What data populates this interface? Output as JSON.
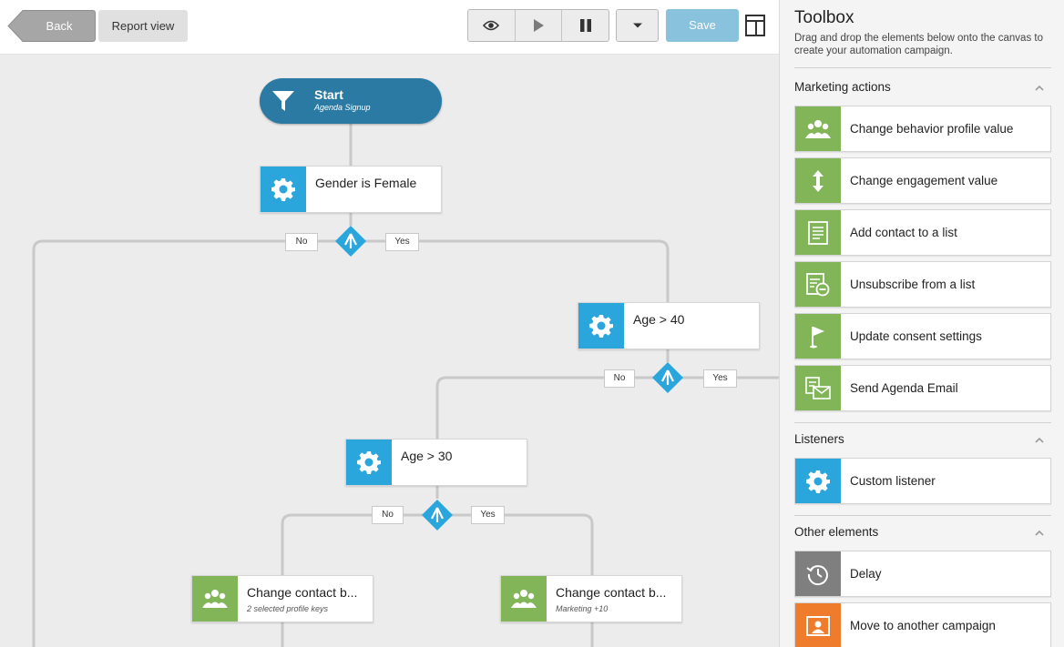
{
  "toolbar": {
    "back_label": "Back",
    "report_label": "Report view",
    "save_label": "Save"
  },
  "flow": {
    "start_title": "Start",
    "start_subtitle": "Agenda Signup",
    "node_gender": "Gender is Female",
    "node_age40": "Age > 40",
    "node_age30": "Age > 30",
    "node_change1": "Change contact b...",
    "node_change1_sub": "2 selected profile keys",
    "node_change2": "Change contact b...",
    "node_change2_sub": "Marketing +10",
    "no_label": "No",
    "yes_label": "Yes"
  },
  "toolbox": {
    "title": "Toolbox",
    "description": "Drag and drop the elements below onto the canvas to create your automation campaign.",
    "sections": [
      {
        "title": "Marketing actions",
        "items": [
          {
            "label": "Change behavior profile value",
            "icon": "people-icon",
            "color": "#81b557"
          },
          {
            "label": "Change engagement value",
            "icon": "updown-arrow-icon",
            "color": "#81b557"
          },
          {
            "label": "Add contact to a list",
            "icon": "list-icon",
            "color": "#81b557"
          },
          {
            "label": "Unsubscribe from a list",
            "icon": "list-remove-icon",
            "color": "#81b557"
          },
          {
            "label": "Update consent settings",
            "icon": "flag-icon",
            "color": "#81b557"
          },
          {
            "label": "Send Agenda Email",
            "icon": "email-icon",
            "color": "#81b557"
          }
        ]
      },
      {
        "title": "Listeners",
        "items": [
          {
            "label": "Custom listener",
            "icon": "gear-icon",
            "color": "#2aa6dc"
          }
        ]
      },
      {
        "title": "Other elements",
        "items": [
          {
            "label": "Delay",
            "icon": "clock-icon",
            "color": "#7f7f7f"
          },
          {
            "label": "Move to another campaign",
            "icon": "campaign-icon",
            "color": "#ef7b2c"
          }
        ]
      }
    ]
  }
}
